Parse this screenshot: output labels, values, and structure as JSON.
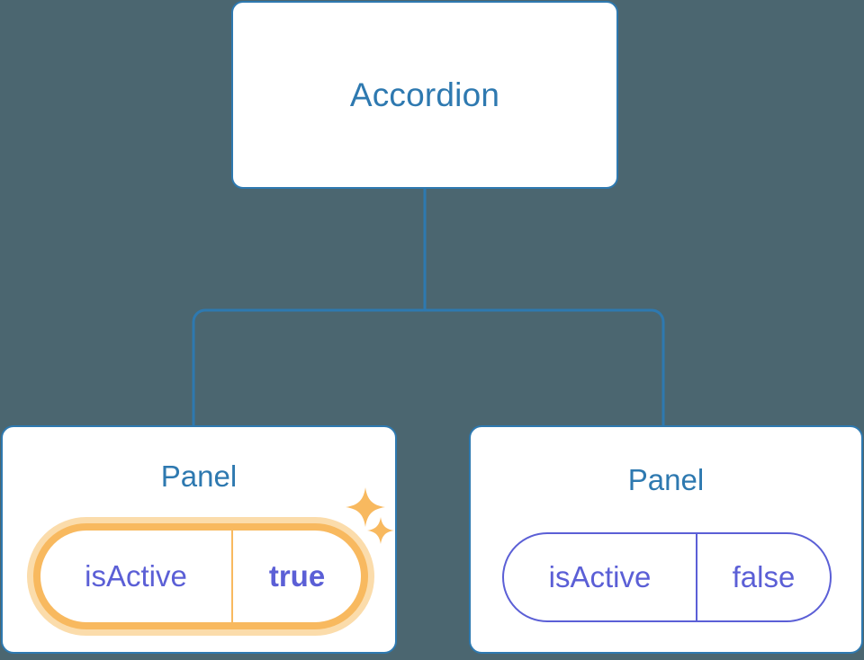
{
  "diagram": {
    "type": "component-tree",
    "background_color": "#4b6670",
    "connector_color": "#2e79b0",
    "root": {
      "label": "Accordion"
    },
    "children": [
      {
        "label": "Panel",
        "highlighted": true,
        "prop": {
          "key": "isActive",
          "value": "true",
          "emphasis": "bold",
          "highlight_color": "#f8b95f",
          "glow_color": "#fbdcab",
          "text_color": "#5b5fd6"
        },
        "decorations": [
          "sparkle-large-icon",
          "sparkle-small-icon"
        ]
      },
      {
        "label": "Panel",
        "highlighted": false,
        "prop": {
          "key": "isActive",
          "value": "false",
          "emphasis": "normal",
          "border_color": "#5b5fd6",
          "text_color": "#5b5fd6"
        }
      }
    ]
  }
}
